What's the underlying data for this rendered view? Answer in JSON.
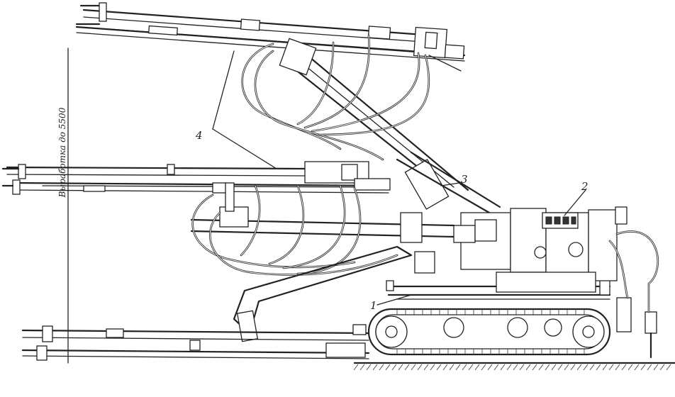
{
  "figure": {
    "vertical_label": "Выработка до 5500",
    "callouts": [
      {
        "id": "callout-1",
        "text": "1"
      },
      {
        "id": "callout-2",
        "text": "2"
      },
      {
        "id": "callout-3",
        "text": "3"
      },
      {
        "id": "callout-4",
        "text": "4"
      }
    ]
  }
}
